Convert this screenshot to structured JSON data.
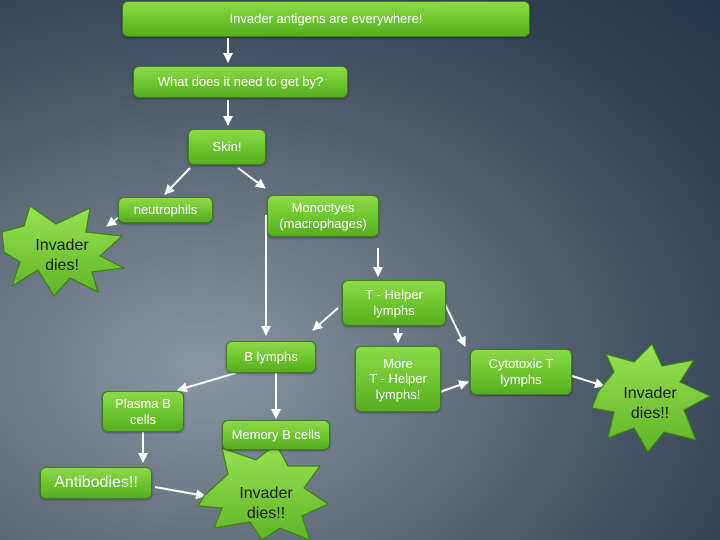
{
  "nodes": {
    "top": "Invader antigens are everywhere!",
    "need": "What does it need to get by?",
    "skin": "Skin!",
    "neutrophils": "neutrophils",
    "monocytes": "Monoctyes\n(macrophages)",
    "thelper": "T - Helper\nlymphs",
    "blymphs": "B lymphs",
    "more_thelper": "More\nT - Helper\nlymphs!",
    "cytotoxic": "Cytotoxic T\nlymphs",
    "plasma": "Plasma B\ncells",
    "memory": "Memory B cells",
    "antibodies": "Antibodies!!"
  },
  "bursts": {
    "left": "Invader\ndies!",
    "right": "Invader\ndies!!",
    "bottom": "Invader\ndies!!"
  },
  "colors": {
    "box_green": "#6cc42e",
    "burst_green": "#7fd23a",
    "arrow": "#ffffff"
  }
}
